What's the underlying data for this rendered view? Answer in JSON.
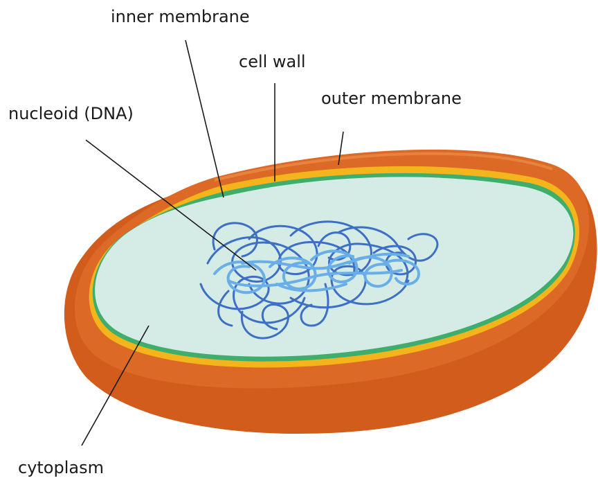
{
  "labels": {
    "inner_membrane": "inner membrane",
    "cell_wall": "cell wall",
    "outer_membrane": "outer membrane",
    "nucleoid": "nucleoid (DNA)",
    "cytoplasm": "cytoplasm"
  },
  "colors": {
    "background": "#ffffff",
    "outer_membrane": "#d8621f",
    "outer_membrane_side": "#d25c1c",
    "cell_wall": "#f4b41c",
    "inner_membrane": "#3fae6d",
    "cytoplasm": "#d4ebe6",
    "dna_dark": "#3d6fc4",
    "dna_light": "#6aaee8",
    "leader_line": "#1a1a1a"
  },
  "icons": [
    "bacterium-cell",
    "dna-tangle"
  ]
}
